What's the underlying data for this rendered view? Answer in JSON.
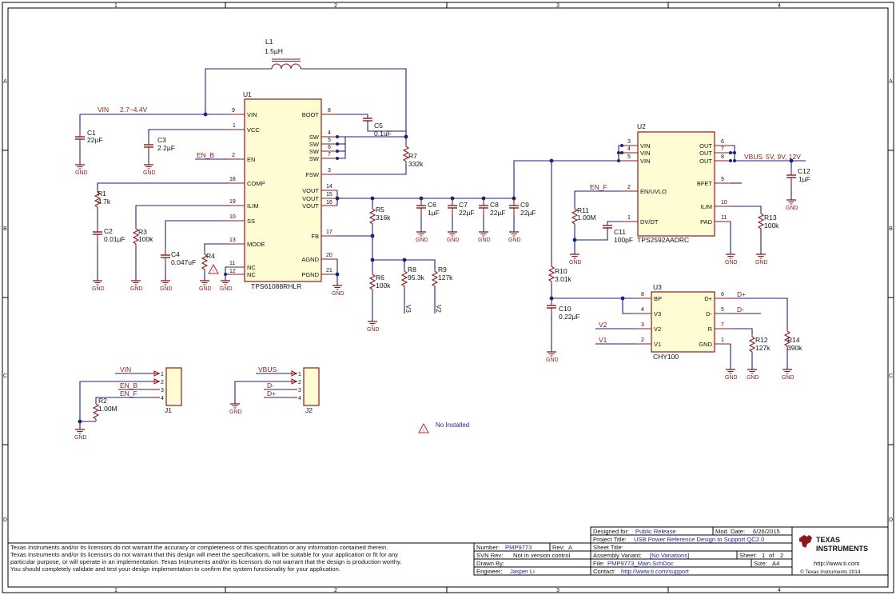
{
  "border": {
    "columns": [
      "1",
      "2",
      "3",
      "4"
    ],
    "rows": [
      "A",
      "B",
      "C",
      "D"
    ]
  },
  "components": {
    "L1": {
      "ref": "L1",
      "value": "1.5µH"
    },
    "U1": {
      "ref": "U1",
      "part": "TPS61088RHLR",
      "pins_left": [
        {
          "num": "9",
          "name": "VIN"
        },
        {
          "num": "1",
          "name": "VCC"
        },
        {
          "num": "2",
          "name": "EN"
        },
        {
          "num": "18",
          "name": "COMP"
        },
        {
          "num": "19",
          "name": "ILIM"
        },
        {
          "num": "10",
          "name": "SS"
        },
        {
          "num": "13",
          "name": "MODE"
        },
        {
          "num": "11",
          "name": "NC"
        },
        {
          "num": "12",
          "name": "NC"
        }
      ],
      "pins_right": [
        {
          "num": "8",
          "name": "BOOT"
        },
        {
          "num": "4",
          "name": "SW"
        },
        {
          "num": "5",
          "name": "SW"
        },
        {
          "num": "6",
          "name": "SW"
        },
        {
          "num": "7",
          "name": "SW"
        },
        {
          "num": "3",
          "name": "FSW"
        },
        {
          "num": "14",
          "name": "VOUT"
        },
        {
          "num": "15",
          "name": "VOUT"
        },
        {
          "num": "16",
          "name": "VOUT"
        },
        {
          "num": "17",
          "name": "FB"
        },
        {
          "num": "20",
          "name": "AGND"
        },
        {
          "num": "21",
          "name": "PGND"
        }
      ]
    },
    "U2": {
      "ref": "U2",
      "part": "TPS2592AADRC",
      "pins_left": [
        {
          "num": "3",
          "name": "VIN"
        },
        {
          "num": "4",
          "name": "VIN"
        },
        {
          "num": "5",
          "name": "VIN"
        },
        {
          "num": "2",
          "name": "EN/UVLO"
        },
        {
          "num": "1",
          "name": "DV/DT"
        }
      ],
      "pins_right": [
        {
          "num": "6",
          "name": "OUT"
        },
        {
          "num": "7",
          "name": "OUT"
        },
        {
          "num": "8",
          "name": "OUT"
        },
        {
          "num": "9",
          "name": "BFET"
        },
        {
          "num": "10",
          "name": "ILIM"
        },
        {
          "num": "11",
          "name": "PAD"
        }
      ]
    },
    "U3": {
      "ref": "U3",
      "part": "CHY100",
      "pins_left": [
        {
          "num": "8",
          "name": "BP"
        },
        {
          "num": "4",
          "name": "V3"
        },
        {
          "num": "3",
          "name": "V2"
        },
        {
          "num": "2",
          "name": "V1"
        }
      ],
      "pins_right": [
        {
          "num": "6",
          "name": "D+"
        },
        {
          "num": "5",
          "name": "D-"
        },
        {
          "num": "7",
          "name": "R"
        },
        {
          "num": "1",
          "name": "GND"
        }
      ]
    },
    "J1": {
      "ref": "J1",
      "pins": [
        "1",
        "2",
        "3",
        "4"
      ]
    },
    "J2": {
      "ref": "J2",
      "pins": [
        "1",
        "2",
        "3",
        "4"
      ]
    },
    "passives": [
      {
        "ref": "C1",
        "value": "22µF"
      },
      {
        "ref": "C3",
        "value": "2.2µF"
      },
      {
        "ref": "C5",
        "value": "0.1uF"
      },
      {
        "ref": "R7",
        "value": "332k"
      },
      {
        "ref": "R1",
        "value": "4.7k"
      },
      {
        "ref": "C2",
        "value": "0.01µF"
      },
      {
        "ref": "R3",
        "value": "100k"
      },
      {
        "ref": "C4",
        "value": "0.047uF"
      },
      {
        "ref": "R4",
        "value": ""
      },
      {
        "ref": "R5",
        "value": "316k"
      },
      {
        "ref": "C6",
        "value": "1µF"
      },
      {
        "ref": "C7",
        "value": "22µF"
      },
      {
        "ref": "C8",
        "value": "22µF"
      },
      {
        "ref": "C9",
        "value": "22µF"
      },
      {
        "ref": "R6",
        "value": "100k"
      },
      {
        "ref": "R8",
        "value": "95.3k"
      },
      {
        "ref": "R9",
        "value": "127k"
      },
      {
        "ref": "R10",
        "value": "3.01k"
      },
      {
        "ref": "C10",
        "value": "0.22µF"
      },
      {
        "ref": "R11",
        "value": "1.00M"
      },
      {
        "ref": "C11",
        "value": "100pF"
      },
      {
        "ref": "R13",
        "value": "100k"
      },
      {
        "ref": "C12",
        "value": "1µF"
      },
      {
        "ref": "R12",
        "value": "127k"
      },
      {
        "ref": "R14",
        "value": "390k"
      },
      {
        "ref": "R2",
        "value": "1.00M"
      }
    ]
  },
  "nets": {
    "vin": "VIN",
    "vin_range": "2.7~4.4V",
    "en_b": "EN_B",
    "en_f": "EN_F",
    "vbus": "VBUS",
    "vbus_range": "5V, 9V, 12V",
    "v1": "V1",
    "v2": "V2",
    "v3": "V3",
    "dplus": "D+",
    "dminus": "D-",
    "gnd": "GND"
  },
  "legend": {
    "not_installed": "No Installed"
  },
  "disclaimer": [
    "Texas Instruments and/or its licensors do not warrant the accuracy or completeness of this specification or any information contained therein.",
    "Texas Instruments and/or its licensors do not warrant that this design will meet the specifications, will be suitable for your application or fit for any",
    "particular purpose, or will operate in an implementation. Texas Instruments and/or its licensors do not warrant that the design is production worthy.",
    "You should completely validate and test your design implementation to confirm the system functionality for your application."
  ],
  "title_block": {
    "designed_for_label": "Designed for:",
    "designed_for": "Public Release",
    "mod_date_label": "Mod. Date:",
    "mod_date": "6/26/2015",
    "project_title_label": "Project Title:",
    "project_title": "USB Power Reference Design to Support QC2.0",
    "sheet_title_label": "Sheet Title:",
    "sheet_title": "",
    "assembly_variant_label": "Assembly Variant:",
    "assembly_variant": "[No Variations]",
    "sheet_label": "Sheet:",
    "sheet": "1",
    "of_label": "of",
    "sheet_total": "2",
    "file_label": "File:",
    "file": "PMP9773_Main.SchDoc",
    "size_label": "Size:",
    "size": "A4",
    "contact_label": "Contact:",
    "contact": "http://www.ti.com/support",
    "number_label": "Number:",
    "number": "PMP9773",
    "rev_label": "Rev:",
    "rev": "A",
    "svn_label": "SVN Rev:",
    "svn": "Not in version control",
    "drawn_by_label": "Drawn By:",
    "drawn_by": "",
    "engineer_label": "Engineer:",
    "engineer": "Jasper Li",
    "company_line1": "TEXAS",
    "company_line2": "INSTRUMENTS",
    "website": "http://www.ti.com",
    "copyright": "© Texas Instruments 2014"
  }
}
